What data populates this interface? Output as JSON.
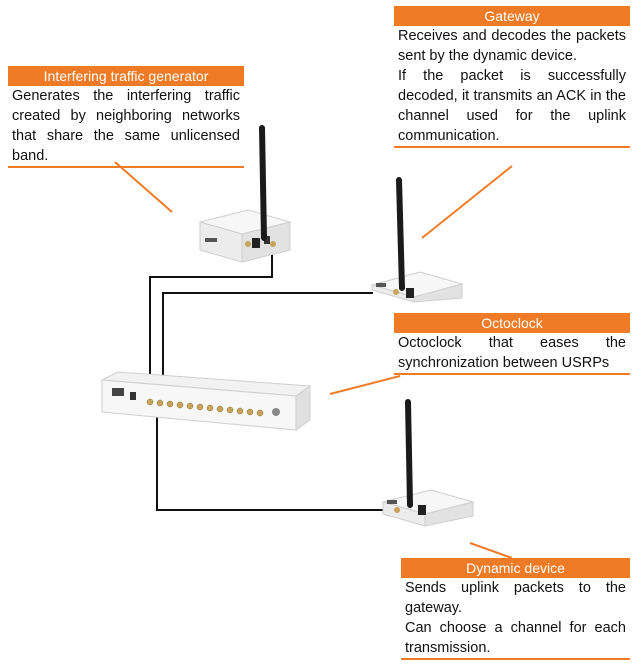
{
  "labels": {
    "interferer": {
      "title": "Interfering traffic generator",
      "lines": [
        "Generates the interfering traffic created by neighboring networks that share the same unlicensed band."
      ]
    },
    "gateway": {
      "title": "Gateway",
      "lines": [
        "Receives and decodes the packets sent by the dynamic device.",
        "If the packet is successfully decoded, it transmits an ACK in the channel used for the uplink communication."
      ]
    },
    "octoclock": {
      "title": "Octoclock",
      "lines": [
        "Octoclock that eases the synchronization between USRPs"
      ]
    },
    "dynamic": {
      "title": "Dynamic device",
      "lines": [
        "Sends uplink packets to the gateway.",
        "Can choose a channel for each transmission."
      ]
    }
  },
  "colors": {
    "accent": "#ef7b26",
    "cable": "#111111",
    "device_body": "#f2f2f2",
    "antenna": "#1a1a1a"
  }
}
